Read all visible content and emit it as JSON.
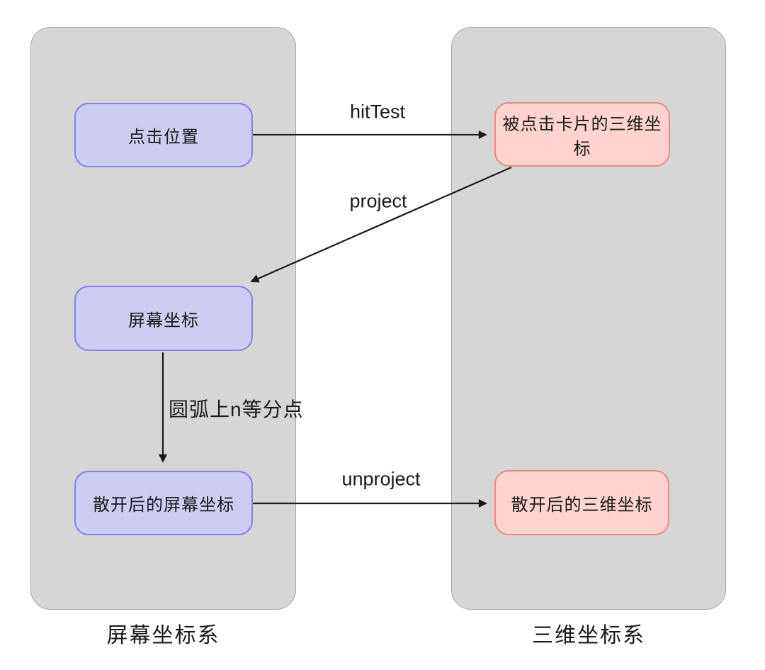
{
  "diagram": {
    "type": "flow-diagram",
    "containers": [
      {
        "id": "screen-coordinate-system",
        "label": "屏幕坐标系"
      },
      {
        "id": "3d-coordinate-system",
        "label": "三维坐标系"
      }
    ],
    "nodes": [
      {
        "id": "click-position",
        "label": "点击位置",
        "group": "screen-coordinate-system"
      },
      {
        "id": "clicked-card-3d-coord",
        "label": "被点击卡片的三维坐标",
        "group": "3d-coordinate-system"
      },
      {
        "id": "screen-coord",
        "label": "屏幕坐标",
        "group": "screen-coordinate-system"
      },
      {
        "id": "scattered-screen-coord",
        "label": "散开后的屏幕坐标",
        "group": "screen-coordinate-system"
      },
      {
        "id": "scattered-3d-coord",
        "label": "散开后的三维坐标",
        "group": "3d-coordinate-system"
      }
    ],
    "edges": [
      {
        "label": "hitTest",
        "from": "click-position",
        "to": "clicked-card-3d-coord"
      },
      {
        "label": "project",
        "from": "clicked-card-3d-coord",
        "to": "screen-coord"
      },
      {
        "label": "圆弧上n等分点",
        "from": "screen-coord",
        "to": "scattered-screen-coord"
      },
      {
        "label": "unproject",
        "from": "scattered-screen-coord",
        "to": "scattered-3d-coord"
      }
    ],
    "colors": {
      "container_fill": "#d6d6d6",
      "container_border": "#a6a6a6",
      "screen_node_fill": "#cdcdf4",
      "screen_node_border": "#8181e8",
      "world_node_fill": "#ffd3d0",
      "world_node_border": "#f2867f",
      "arrow": "#1a1a1a"
    }
  }
}
